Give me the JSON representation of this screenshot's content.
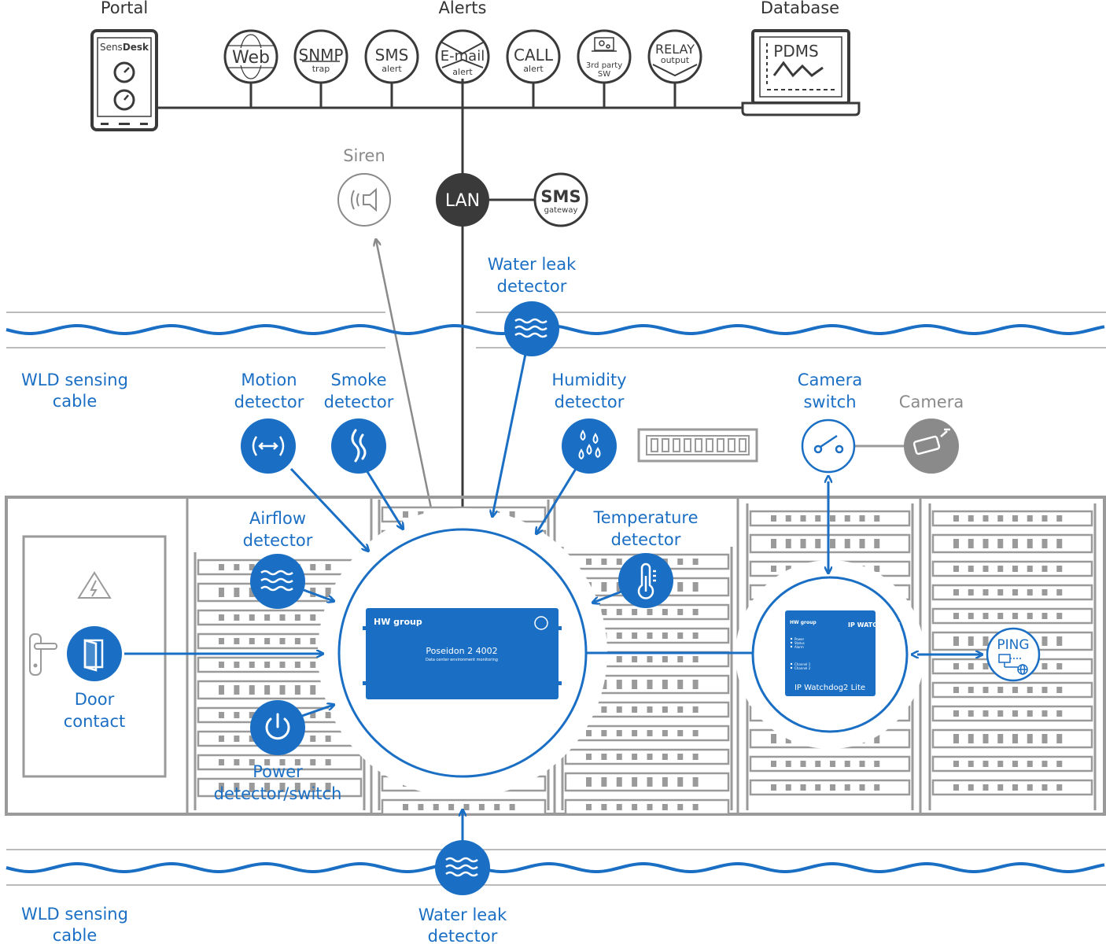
{
  "top": {
    "portal": "Portal",
    "alerts": "Alerts",
    "database": "Database",
    "portal_brand_a": "Sens",
    "portal_brand_b": "Desk",
    "database_box": "PDMS"
  },
  "alert_icons": [
    {
      "main": "Web",
      "sub": ""
    },
    {
      "main": "SNMP",
      "sub": "trap"
    },
    {
      "main": "SMS",
      "sub": "alert"
    },
    {
      "main": "E-mail",
      "sub": "alert"
    },
    {
      "main": "CALL",
      "sub": "alert"
    },
    {
      "main": "3rd party",
      "sub": "SW"
    },
    {
      "main": "RELAY",
      "sub": "output"
    }
  ],
  "network": {
    "siren": "Siren",
    "lan": "LAN",
    "sms_gateway_main": "SMS",
    "sms_gateway_sub": "gateway"
  },
  "sensors": {
    "wld_top": [
      "WLD sensing",
      "cable"
    ],
    "wld_bottom": [
      "WLD sensing",
      "cable"
    ],
    "water_leak_top": [
      "Water leak",
      "detector"
    ],
    "water_leak_bottom": [
      "Water leak",
      "detector"
    ],
    "motion": [
      "Motion",
      "detector"
    ],
    "smoke": [
      "Smoke",
      "detector"
    ],
    "humidity": [
      "Humidity",
      "detector"
    ],
    "camera_switch": [
      "Camera",
      "switch"
    ],
    "camera": "Camera",
    "airflow": [
      "Airflow",
      "detector"
    ],
    "temperature": [
      "Temperature",
      "detector"
    ],
    "door": [
      "Door",
      "contact"
    ],
    "power": [
      "Power",
      "detector/switch"
    ],
    "ping": "PING"
  },
  "devices": {
    "poseidon_brand": "HW group",
    "poseidon_name": "Poseidon 2 4002",
    "poseidon_sub": "Data center environment monitoring",
    "watchdog_brand": "HW group",
    "watchdog_logo": "IP WATCH DOG",
    "watchdog_leds": [
      "Power",
      "Status",
      "Alarm"
    ],
    "watchdog_channels": [
      "Channel 1",
      "Channel 2"
    ],
    "watchdog_name": "IP Watchdog2 Lite"
  },
  "colors": {
    "blue": "#1a6fc4",
    "dark": "#3a3a3a",
    "gray": "#8a8a8a",
    "rack": "#9a9a9a"
  }
}
